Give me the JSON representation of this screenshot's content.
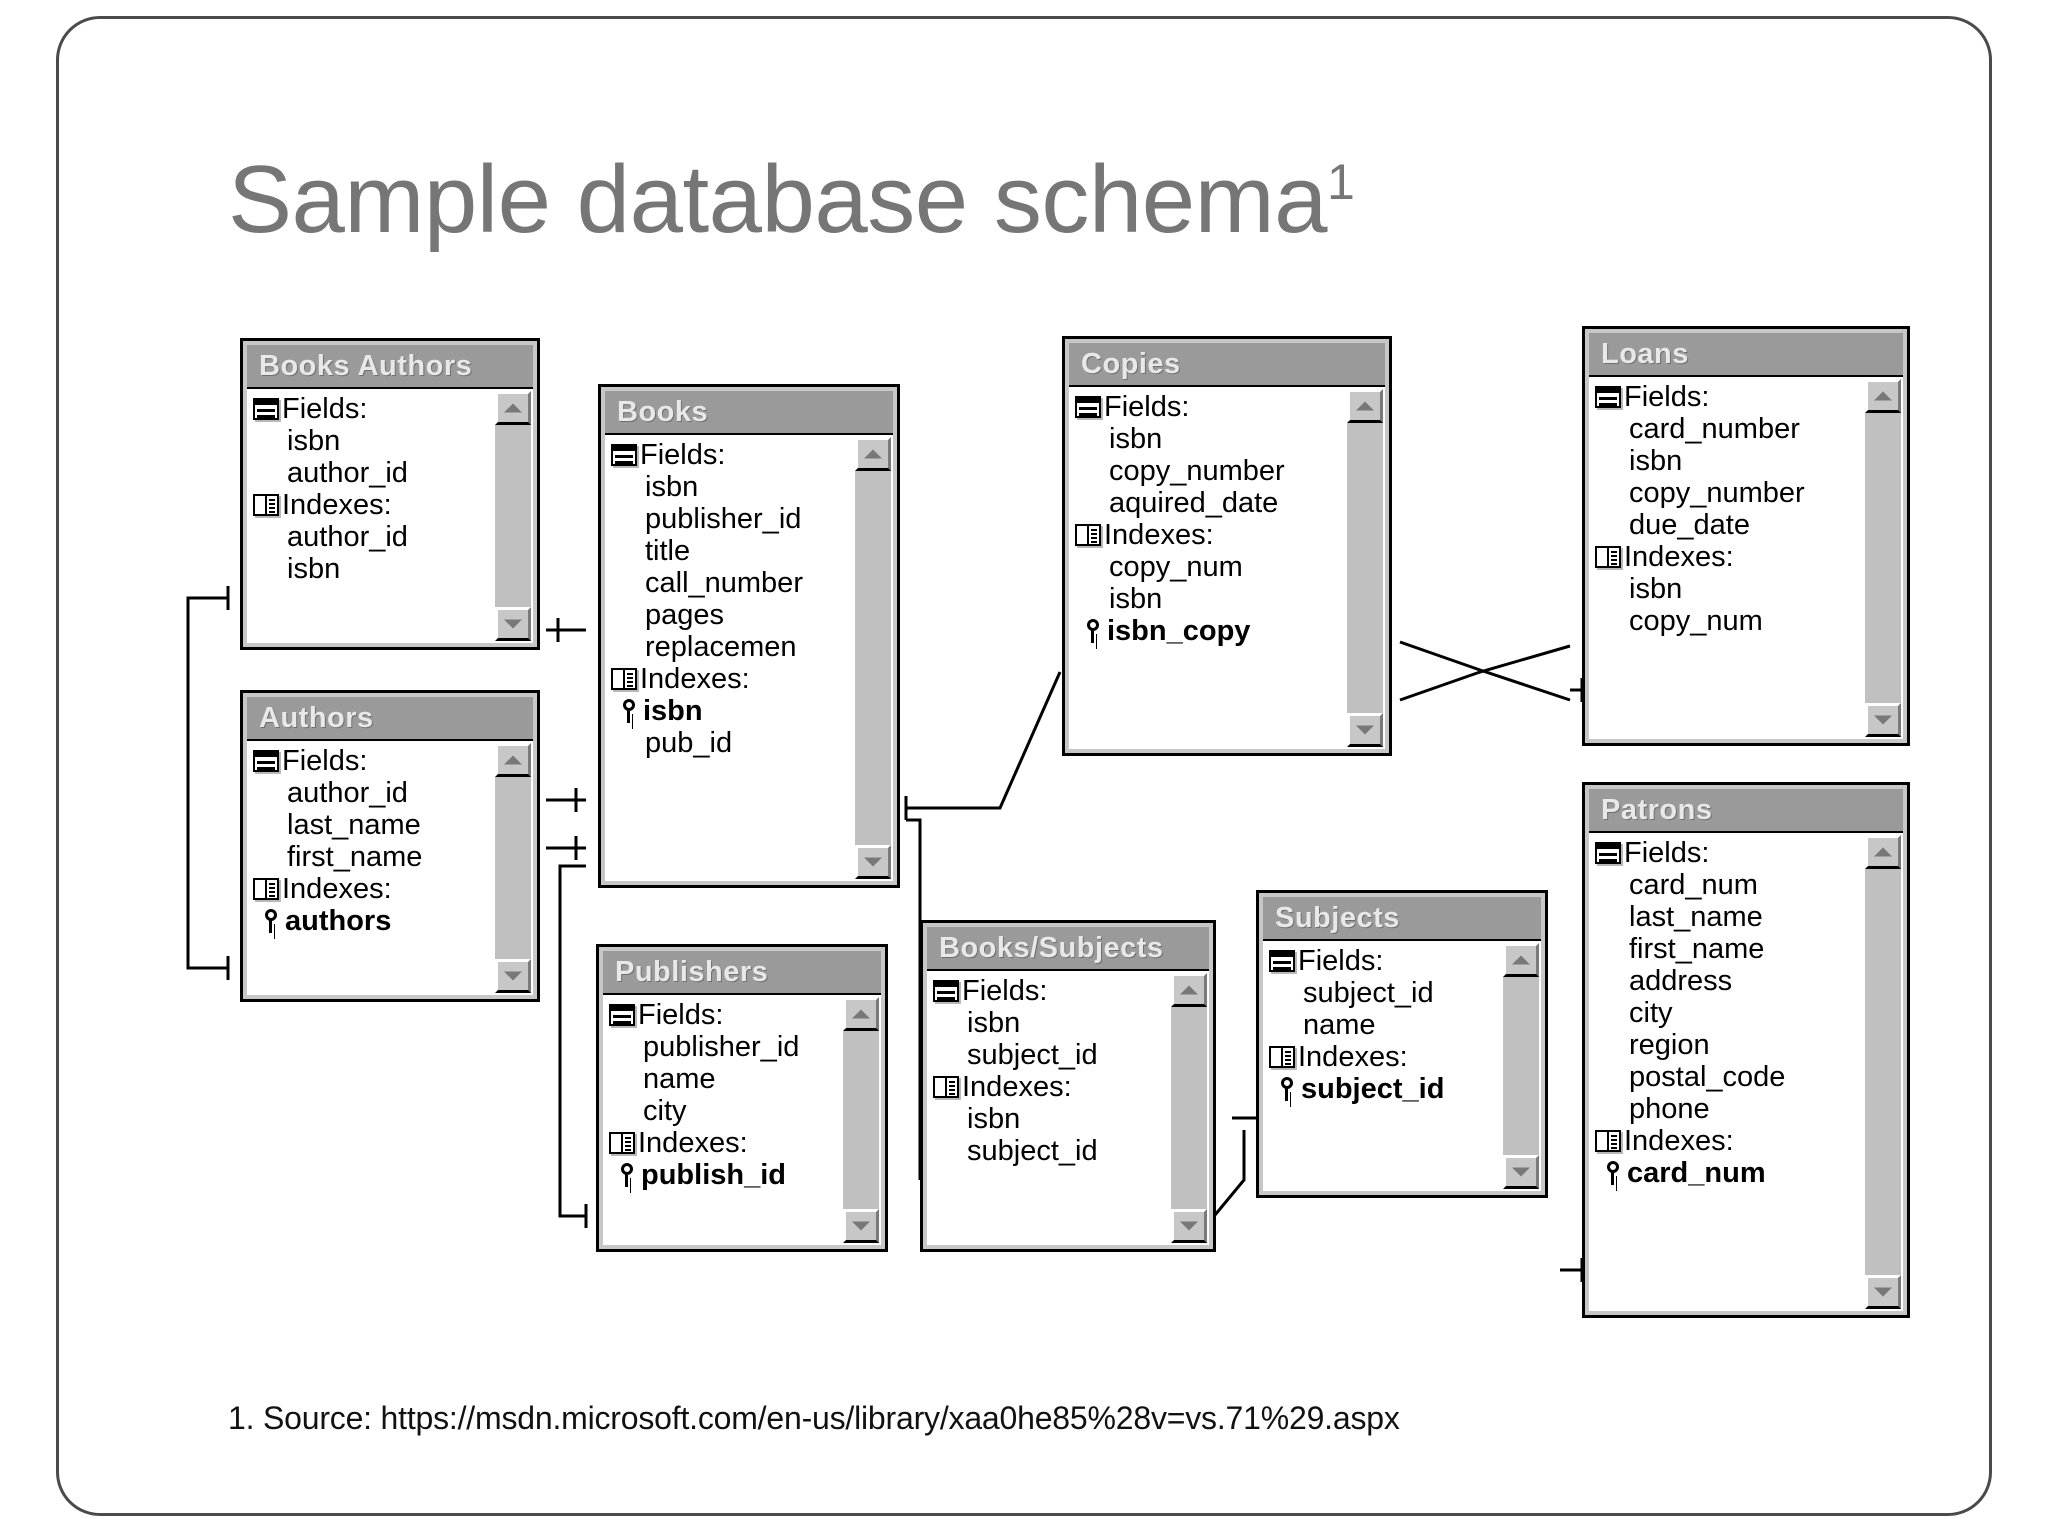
{
  "slide": {
    "title_text": "Sample database schema",
    "title_superscript": "1",
    "footnote": "1. Source: https://msdn.microsoft.com/en-us/library/xaa0he85%28v=vs.71%29.aspx",
    "title_color": "#767676",
    "caption_bg": "#9a9a9a",
    "caption_fg": "#e8e8e8",
    "window_bg": "#c7c7c7",
    "body_bg": "#ffffff"
  },
  "labels": {
    "fields": "Fields:",
    "indexes": "Indexes:"
  },
  "tables": [
    {
      "name": "books-authors",
      "caption": "Books Authors",
      "fields": [
        "isbn",
        "author_id"
      ],
      "indexes": [
        {
          "label": "author_id",
          "primary": false
        },
        {
          "label": "isbn",
          "primary": false
        }
      ]
    },
    {
      "name": "authors",
      "caption": "Authors",
      "fields": [
        "author_id",
        "last_name",
        "first_name"
      ],
      "indexes": [
        {
          "label": "authors",
          "primary": true
        }
      ]
    },
    {
      "name": "books",
      "caption": "Books",
      "fields": [
        "isbn",
        "publisher_id",
        "title",
        "call_number",
        "pages",
        "replacemen"
      ],
      "indexes": [
        {
          "label": "isbn",
          "primary": true
        },
        {
          "label": "pub_id",
          "primary": false
        }
      ]
    },
    {
      "name": "publishers",
      "caption": "Publishers",
      "fields": [
        "publisher_id",
        "name",
        "city"
      ],
      "indexes": [
        {
          "label": "publish_id",
          "primary": true
        }
      ]
    },
    {
      "name": "books-subjects",
      "caption": "Books/Subjects",
      "fields": [
        "isbn",
        "subject_id"
      ],
      "indexes": [
        {
          "label": "isbn",
          "primary": false
        },
        {
          "label": "subject_id",
          "primary": false
        }
      ]
    },
    {
      "name": "subjects",
      "caption": "Subjects",
      "fields": [
        "subject_id",
        "name"
      ],
      "indexes": [
        {
          "label": "subject_id",
          "primary": true
        }
      ]
    },
    {
      "name": "copies",
      "caption": "Copies",
      "fields": [
        "isbn",
        "copy_number",
        "aquired_date"
      ],
      "indexes": [
        {
          "label": "copy_num",
          "primary": false
        },
        {
          "label": "isbn",
          "primary": false
        },
        {
          "label": "isbn_copy",
          "primary": true
        }
      ]
    },
    {
      "name": "loans",
      "caption": "Loans",
      "fields": [
        "card_number",
        "isbn",
        "copy_number",
        "due_date"
      ],
      "indexes": [
        {
          "label": "isbn",
          "primary": false
        },
        {
          "label": "copy_num",
          "primary": false
        }
      ]
    },
    {
      "name": "patrons",
      "caption": "Patrons",
      "fields": [
        "card_num",
        "last_name",
        "first_name",
        "address",
        "city",
        "region",
        "postal_code",
        "phone"
      ],
      "indexes": [
        {
          "label": "card_num",
          "primary": true
        }
      ]
    }
  ]
}
